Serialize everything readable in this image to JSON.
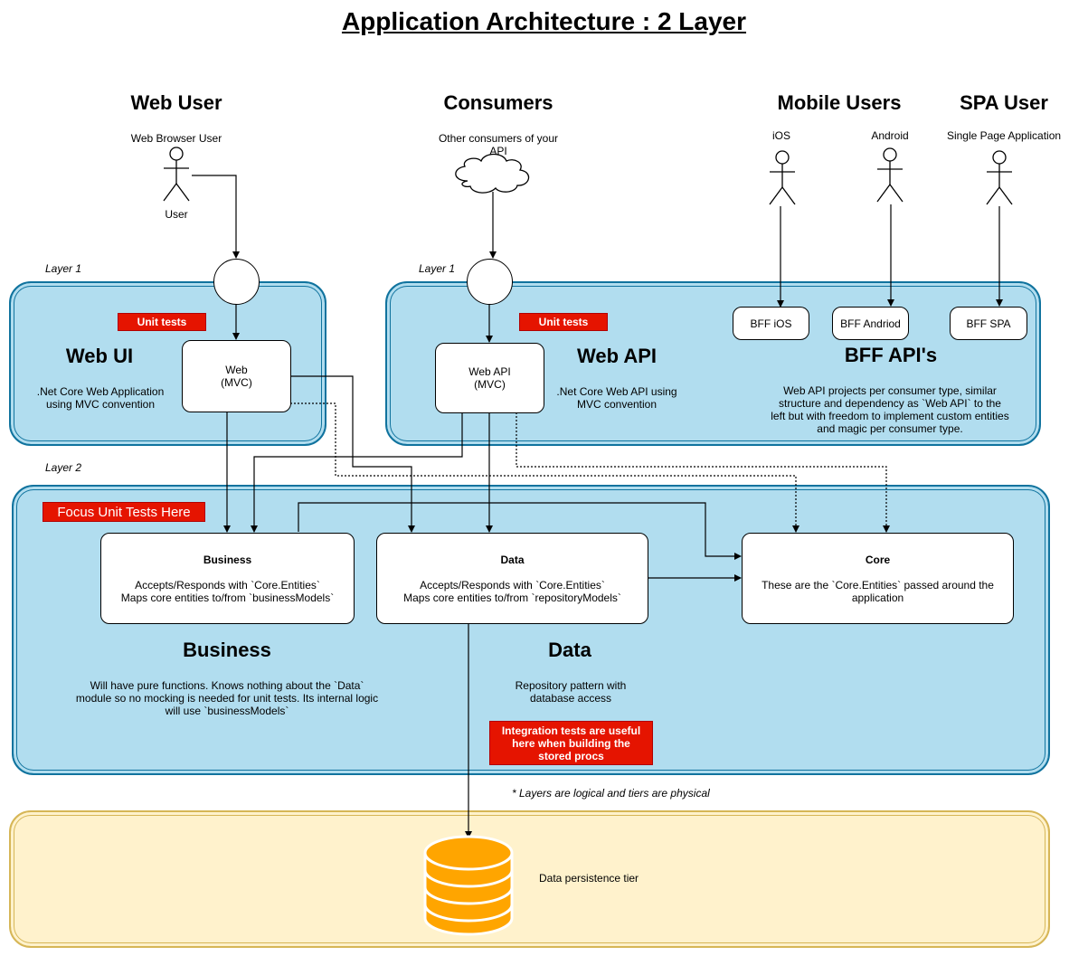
{
  "title": "Application Architecture : 2 Layer",
  "actors": {
    "web_user": {
      "heading": "Web User",
      "sub": "Web Browser User",
      "label": "User"
    },
    "consumers": {
      "heading": "Consumers",
      "sub": "Other consumers of your API"
    },
    "mobile": {
      "heading": "Mobile Users",
      "ios": "iOS",
      "android": "Android"
    },
    "spa": {
      "heading": "SPA User",
      "sub": "Single Page Application"
    }
  },
  "layer1_label_left": "Layer 1",
  "layer1_label_right": "Layer 1",
  "layer2_label": "Layer 2",
  "web_ui": {
    "unit_tests": "Unit tests",
    "title": "Web UI",
    "desc": ".Net Core Web Application using MVC convention",
    "node_line1": "Web",
    "node_line2": "(MVC)"
  },
  "web_api": {
    "unit_tests": "Unit tests",
    "title": "Web API",
    "desc": ".Net Core Web API using MVC convention",
    "node_line1": "Web API",
    "node_line2": "(MVC)"
  },
  "bff": {
    "ios": "BFF iOS",
    "android": "BFF Andriod",
    "spa": "BFF SPA",
    "title": "BFF API's",
    "desc": "Web API projects per consumer type, similar structure and dependency as `Web API` to the left but with freedom to implement custom entities and magic per consumer type."
  },
  "layer2": {
    "focus": "Focus Unit Tests Here",
    "business_box": {
      "title": "Business",
      "line1": "Accepts/Responds with `Core.Entities`",
      "line2": "Maps core entities to/from `businessModels`"
    },
    "data_box": {
      "title": "Data",
      "line1": "Accepts/Responds with `Core.Entities`",
      "line2": "Maps core entities to/from `repositoryModels`"
    },
    "core_box": {
      "title": "Core",
      "line1": "These are the `Core.Entities` passed around the application"
    },
    "business_title": "Business",
    "business_desc": "Will have pure functions. Knows nothing about the `Data` module so no mocking is needed for unit tests. Its internal logic will use `businessModels`",
    "data_title": "Data",
    "data_desc": "Repository pattern with database access",
    "integration": "Integration tests are useful here when building the stored procs"
  },
  "footnote": "* Layers are logical and tiers are physical",
  "tier_label": "Data persistence tier",
  "colors": {
    "layer_fill": "#b1ddef",
    "layer_stroke": "#10739e",
    "tier_fill": "#fff2cc",
    "tier_stroke": "#d6b656",
    "red": "#e51400",
    "db": "#ffa500"
  }
}
